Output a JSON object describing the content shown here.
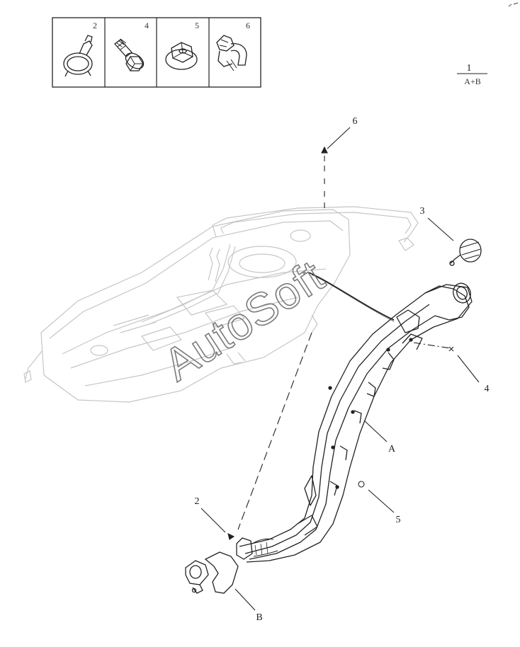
{
  "legend": {
    "cells": [
      {
        "number": "2",
        "icon": "hose-clamp-icon"
      },
      {
        "number": "4",
        "icon": "flange-bolt-icon"
      },
      {
        "number": "5",
        "icon": "flange-nut-icon"
      },
      {
        "number": "6",
        "icon": "hose-connector-icon"
      }
    ]
  },
  "assembly": {
    "number": "1",
    "composition": "A+B"
  },
  "callouts": {
    "c2": "2",
    "c3": "3",
    "c4": "4",
    "c5": "5",
    "c6": "6",
    "cA": "A",
    "cB": "B"
  },
  "watermark": "AutoSoft",
  "colors": {
    "line": "#222222",
    "ghost": "#c4c4c4",
    "watermark": "#7a7a7a"
  }
}
